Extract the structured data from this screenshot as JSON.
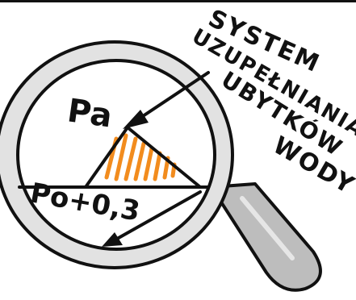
{
  "title_lines": [
    "SYSTEM",
    "UZUPEŁNIANIA",
    "UBYTKÓW",
    "WODY"
  ],
  "labels": {
    "pa": "Pa",
    "po": "Po+0,3"
  },
  "colors": {
    "ink": "#111111",
    "lens_rim": "#e2e2e2",
    "handle": "#bdbdbd",
    "hatch": "#f28c1e",
    "background": "#ffffff"
  },
  "icons": {
    "magnifier": "magnifying-glass-icon",
    "arrow": "arrow-icon"
  }
}
